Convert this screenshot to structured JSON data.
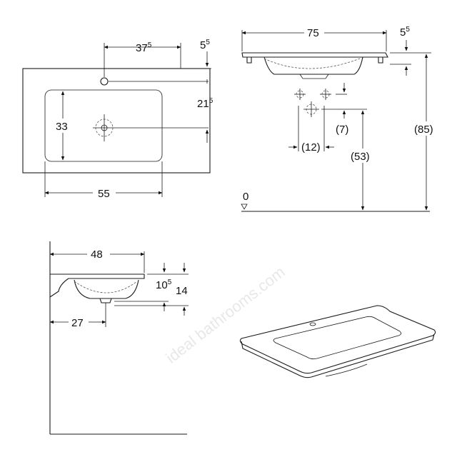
{
  "watermark": "ideal bathrooms.com",
  "views": {
    "top": {
      "dims": {
        "tap_offset": {
          "main": "37",
          "sup": "5"
        },
        "tap_depth": {
          "main": "5",
          "sup": "5"
        },
        "waste_depth": {
          "main": "21",
          "sup": "5"
        },
        "bowl_depth": "33",
        "bowl_width": "55"
      }
    },
    "front": {
      "dims": {
        "width": "75",
        "rim": {
          "main": "5",
          "sup": "5"
        },
        "waste_height": "(7)",
        "waste_offset": "(12)",
        "outlet_height": "(53)",
        "total_height": "(85)",
        "floor_level": "0"
      }
    },
    "side": {
      "dims": {
        "depth": "48",
        "bowl_height": {
          "main": "10",
          "sup": "5"
        },
        "total_depth": "14",
        "waste_distance": "27"
      }
    }
  }
}
